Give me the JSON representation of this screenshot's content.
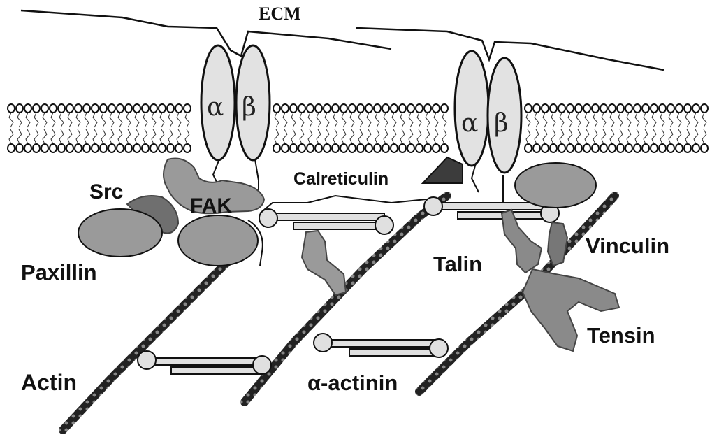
{
  "diagram": {
    "labels": {
      "ecm": "ECM",
      "alpha": "α",
      "beta": "β",
      "src": "Src",
      "fak": "FAK",
      "paxillin": "Paxillin",
      "calreticulin": "Calreticulin",
      "talin": "Talin",
      "vinculin": "Vinculin",
      "tensin": "Tensin",
      "actin": "Actin",
      "alpha_actinin": "α-actinin"
    },
    "colors": {
      "protein": "#9a9a9a",
      "protein_dark": "#6f6f6f",
      "integrin": "#e2e2e2",
      "calreticulin": "#3c3c3c",
      "outline": "#111111"
    }
  }
}
